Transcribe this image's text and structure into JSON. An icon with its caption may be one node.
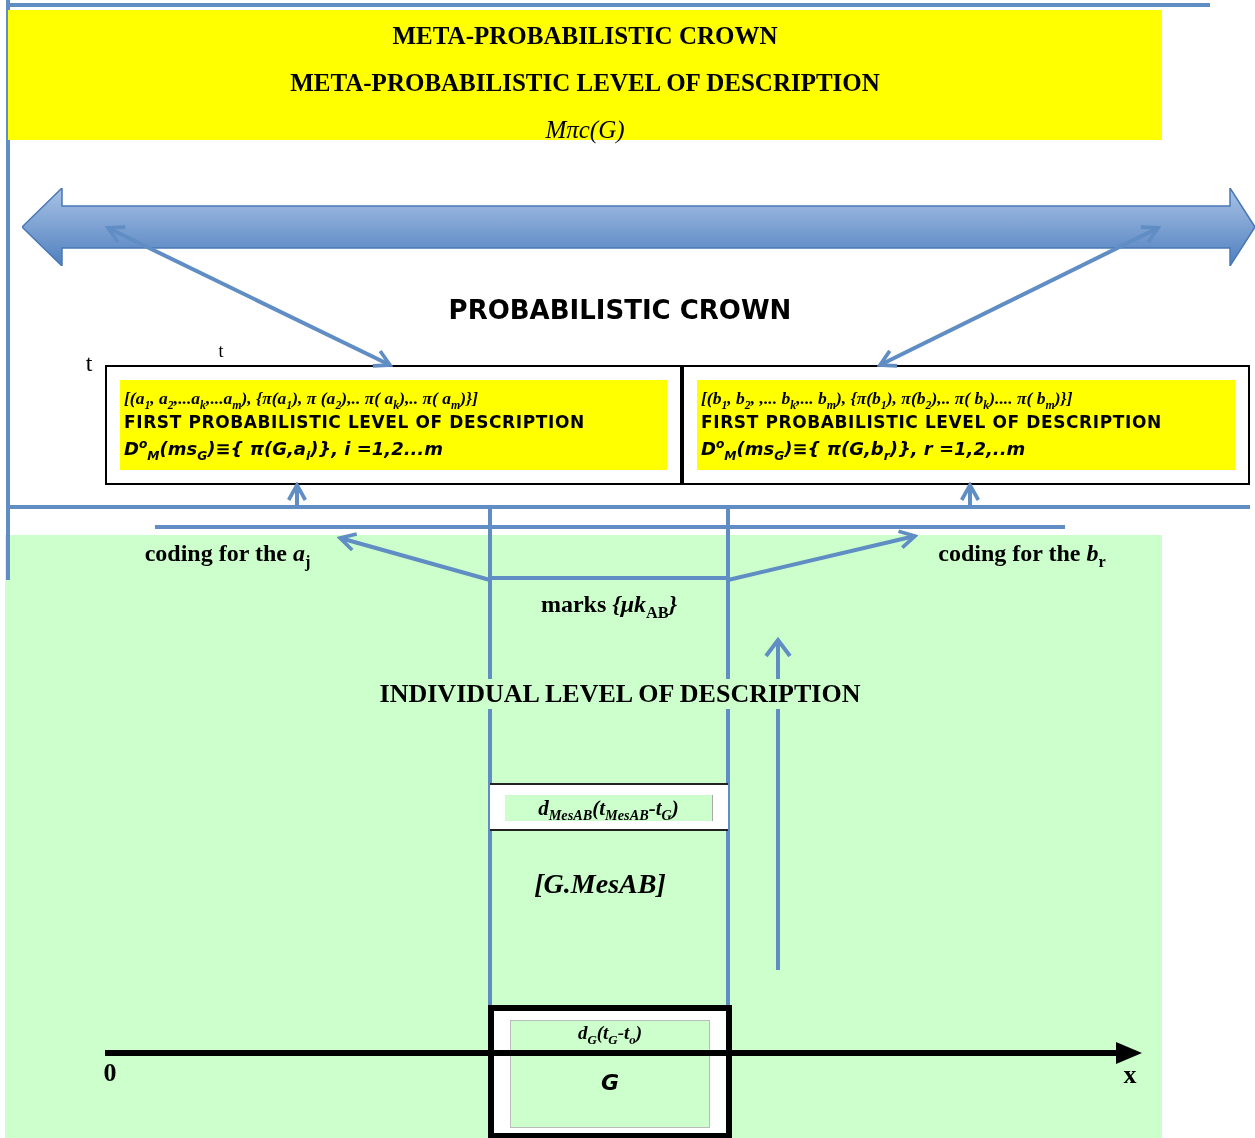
{
  "diagram": {
    "nodes": [
      {
        "text": [
          "META-PROBABILISTIC CROWN",
          "META-PROBABILISTIC LEVEL OF DESCRIPTION",
          "Mπc(G)"
        ]
      },
      {
        "text": [],
        "shape": "bar"
      },
      {
        "text": [
          "[(a$_{1}$, a$_{2}$,...a$_{k}$,...a$_{m}$),  {π(a$_{1}$), π (a$_{2}$),.. π( a$_{k}$),.. π( a$_{m}$)}]",
          "FIRST PROBABILISTIC LEVEL OF DESCRIPTION",
          "D$^{o}$$_{M}$(ms$_{G}$)≡{ π(G,a$_{i}$)},  i =1,2...m"
        ]
      },
      {
        "text": [
          "[(b$_{1}$, b$_{2}$, ,... b$_{k}$,... b$_{m}$),    {π(b$_{1}$), π(b$_{2}$),.. π( b$_{k}$).... π( b$_{m}$)}]",
          "FIRST PROBABILISTIC LEVEL OF DESCRIPTION",
          "D$^{o}$$_{M}$(ms$_{G}$)≡{ π(G,b$_{r}$)},  r =1,2,..m"
        ]
      },
      {
        "text": [
          "coding for the *a*$_{j}$"
        ]
      },
      {
        "text": [
          "coding for the *b*$_{r}$"
        ]
      },
      {
        "text": [
          "marks *{μk*$_{AB}$*}*"
        ]
      },
      {
        "text": [
          "d$_{MesAB}$(t$_{MesAB}$-t$_{G}$)"
        ]
      },
      {
        "text": [
          "d$_{G}$(t$_{G}$-t$_{o}$)",
          "G"
        ]
      }
    ],
    "edges": [
      {
        "from": 2,
        "to": 1,
        "arrow": "both"
      },
      {
        "from": 3,
        "to": 1,
        "arrow": "both"
      },
      {
        "from": 6,
        "to": 4,
        "arrow": "to"
      },
      {
        "from": 6,
        "to": 5,
        "arrow": "to"
      },
      {
        "from": null,
        "to": 2,
        "arrow": "to"
      },
      {
        "from": null,
        "to": 3,
        "arrow": "to"
      }
    ],
    "labels": [
      "PROBABILISTIC CROWN",
      "t",
      "t",
      "INDIVIDUAL LEVEL OF DESCRIPTION",
      "[G.MesAB]",
      "0",
      "x"
    ]
  }
}
